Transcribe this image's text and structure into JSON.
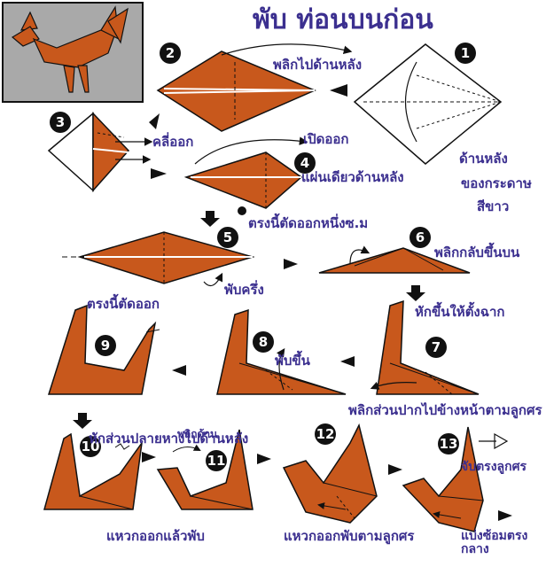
{
  "title": "พับ ท่อนบนก่อน",
  "colors": {
    "paper": "#c8581c",
    "ink": "#3b2f8f",
    "outline": "#111111"
  },
  "steps": [
    "1",
    "2",
    "3",
    "4",
    "5",
    "6",
    "7",
    "8",
    "9",
    "10",
    "11",
    "12",
    "13"
  ],
  "labels": {
    "flip_back": "พลิกไปด้านหลัง",
    "spread_out": "คลี่ออก",
    "open_out": "เปิดออก",
    "single_layer_back": "แผ่นเดียวด้านหลัง",
    "back_side": "ด้านหลัง",
    "of_paper": "ของกระดาษ",
    "white": "สีขาว",
    "cut_1cm": "ตรงนี้ตัดออกหนึ่งซ.ม",
    "fold_half": "พับครึ่ง",
    "flip_up": "พลิกกลับขึ้นบน",
    "cut_here": "ตรงนี้ตัดออก",
    "bend_up_right_angle": "หักขึ้นให้ตั้งฉาก",
    "fold_up": "พับขึ้น",
    "flip_beak": "พลิกส่วนปากไปข้างหน้าตามลูกศร",
    "bend_tail_back": "หักส่วนปลายหางไปด้านหลัง",
    "flip_side": "พลิกด้าน",
    "spread_and_fold": "แหวกออกแล้วพับ",
    "spread_fold_arrow": "แหวกออกพับตามลูกศร",
    "hold_arrow": "จับตรงลูกศร",
    "bend_inward_mid": "แบ่งซ้อมตรงกลาง"
  }
}
